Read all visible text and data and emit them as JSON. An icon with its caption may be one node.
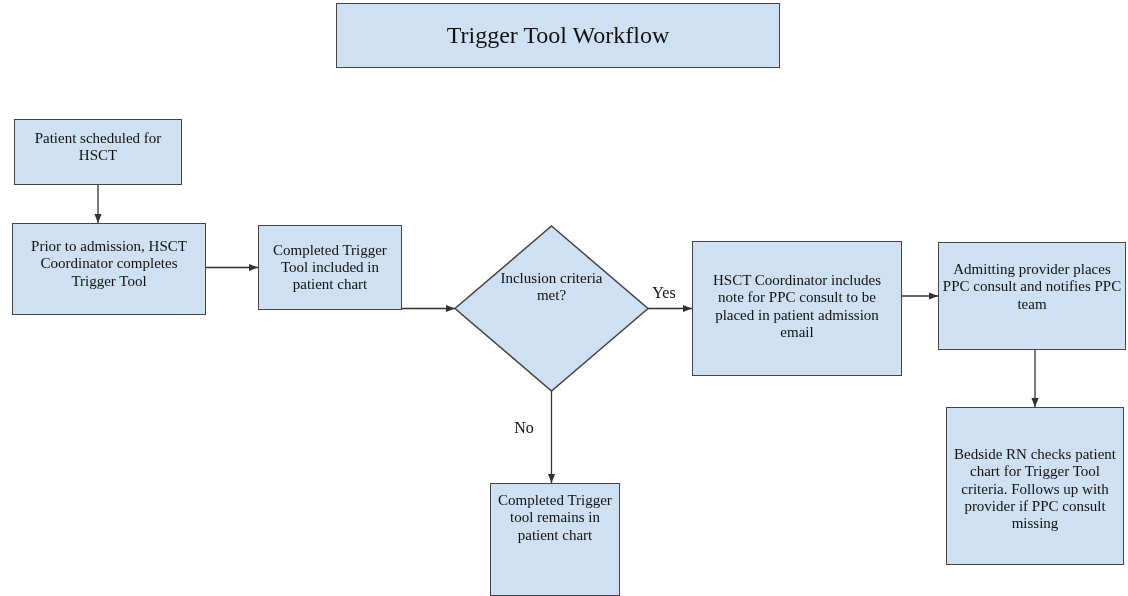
{
  "diagram": {
    "title": "Trigger Tool Workflow",
    "nodes": [
      {
        "text": [
          "Patient scheduled for HSCT"
        ]
      },
      {
        "text": [
          "Prior to admission, HSCT Coordinator completes Trigger Tool"
        ]
      },
      {
        "text": [
          "Completed Trigger Tool included in patient chart"
        ]
      },
      {
        "text": [
          "Inclusion criteria met?"
        ]
      },
      {
        "text": [
          "HSCT Coordinator includes note for PPC consult to be placed in patient admission email"
        ]
      },
      {
        "text": [
          "Admitting provider places PPC consult and notifies PPC team"
        ]
      },
      {
        "text": [
          "Bedside RN checks patient chart for Trigger Tool criteria. Follows up with provider if PPC consult missing"
        ]
      },
      {
        "text": [
          "Completed Trigger tool remains in patient chart"
        ]
      }
    ],
    "edges": [
      {
        "from": 0,
        "to": 1,
        "arrow": "to"
      },
      {
        "from": 1,
        "to": 2,
        "arrow": "to"
      },
      {
        "from": 2,
        "to": 3,
        "arrow": "to"
      },
      {
        "from": 3,
        "to": 4,
        "arrow": "to",
        "label": "Yes"
      },
      {
        "from": 3,
        "to": 7,
        "arrow": "to",
        "label": "No"
      },
      {
        "from": 4,
        "to": 5,
        "arrow": "to"
      },
      {
        "from": 5,
        "to": 6,
        "arrow": "to"
      }
    ]
  }
}
